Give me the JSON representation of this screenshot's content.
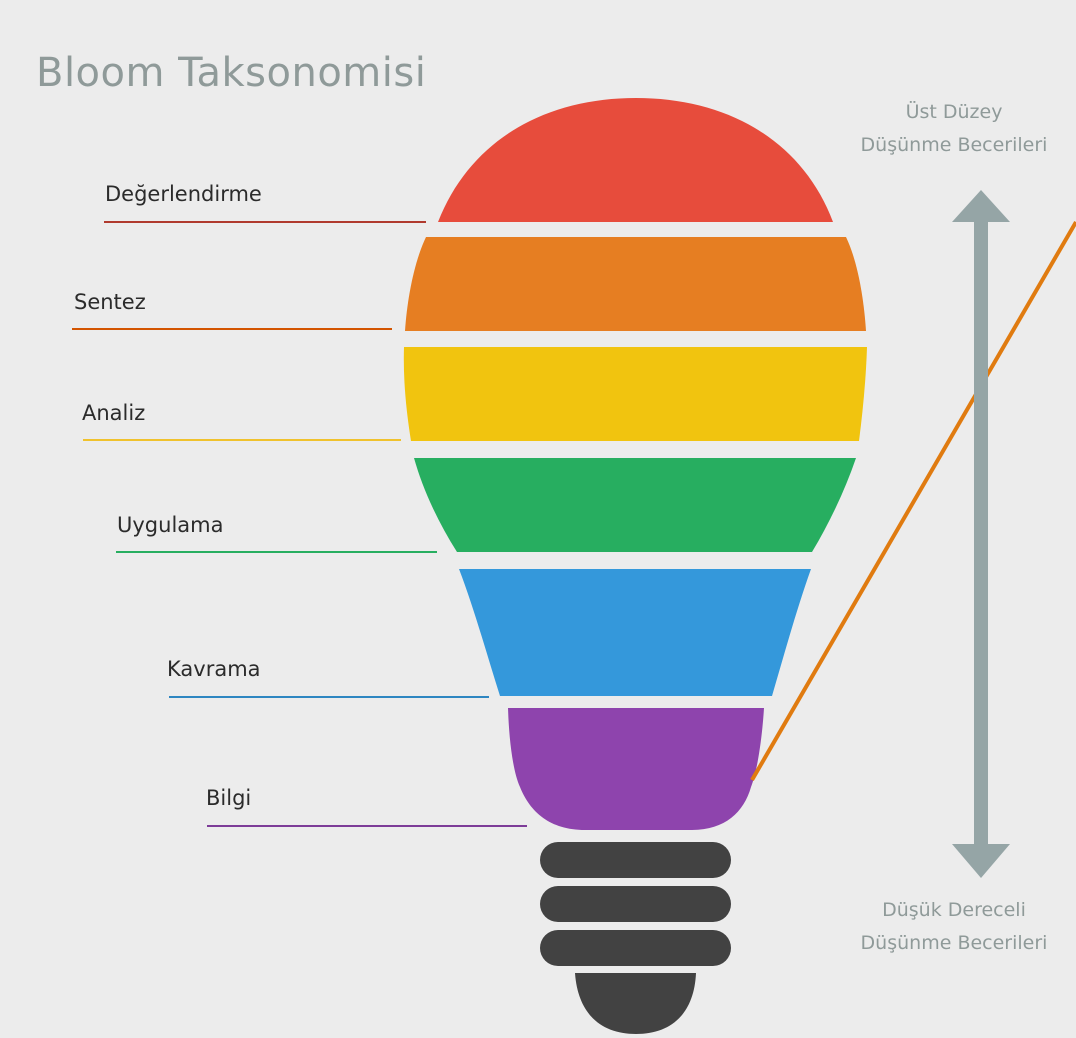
{
  "title": "Bloom Taksonomisi",
  "levels": [
    {
      "label": "Değerlendirme",
      "color": "#e74c3c",
      "line_color": "#b03a2e"
    },
    {
      "label": "Sentez",
      "color": "#e67e22",
      "line_color": "#d35400"
    },
    {
      "label": "Analiz",
      "color": "#f1c40f",
      "line_color": "#f0c22d"
    },
    {
      "label": "Uygulama",
      "color": "#27ae60",
      "line_color": "#27ae60"
    },
    {
      "label": "Kavrama",
      "color": "#3498db",
      "line_color": "#2e86c1"
    },
    {
      "label": "Bilgi",
      "color": "#8e44ad",
      "line_color": "#7d3c98"
    }
  ],
  "axis": {
    "top_line1": "Üst Düzey",
    "top_line2": "Düşünme Becerileri",
    "bottom_line1": "Düşük Dereceli",
    "bottom_line2": "Düşünme Becerileri",
    "arrow_color": "#95a5a6"
  },
  "bulb_base_color": "#424242",
  "pointer_line_color": "#e07b10"
}
